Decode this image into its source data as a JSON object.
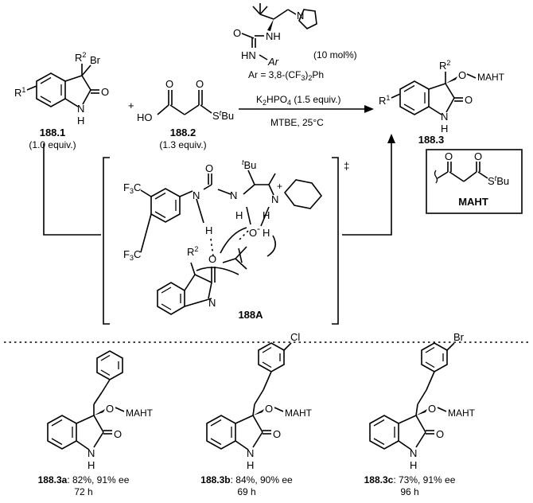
{
  "reaction": {
    "sm1_label": "188.1",
    "sm1_equiv": "(1.0 equiv.)",
    "sm2_label": "188.2",
    "sm2_equiv": "(1.3 equiv.)",
    "product_label": "188.3",
    "plus": "+",
    "catalyst_loading": "(10 mol%)",
    "ar_def_1": "Ar = 3,8",
    "ar_def_2": "-(CF",
    "ar_def_3": "3",
    "ar_def_4": ")",
    "ar_def_5": "2",
    "ar_def_6": "Ph",
    "base_1": "K",
    "base_2": "2",
    "base_3": "HPO",
    "base_4": "4",
    "base_5": " (1.5 equiv.)",
    "conditions": "MTBE, 25°C",
    "mal_label": "MAHT"
  },
  "atoms": {
    "R1": "R",
    "R1_sup": "1",
    "R2": "R",
    "R2_sup": "2",
    "Br": "Br",
    "O": "O",
    "N": "N",
    "H": "H",
    "HO": "HO",
    "S": "S",
    "t": "t",
    "Bu": "Bu",
    "HN": "HN",
    "Ar": "Ar",
    "NH": "NH",
    "O_MAHT": "O",
    "MAHT": "MAHT",
    "Cl": "Cl",
    "F3C_a": "F",
    "F3C_b": "3",
    "F3C_c": "C",
    "plus_charge": "+",
    "minus_charge": "-",
    "dagger": "‡"
  },
  "transition_state": {
    "label": "188A"
  },
  "examples": [
    {
      "id": "188.3a",
      "yield": ": 82%, 91% ee",
      "time": "72 h",
      "substituent": ""
    },
    {
      "id": "188.3b",
      "yield": ": 84%, 90% ee",
      "time": "69 h",
      "substituent": "Cl"
    },
    {
      "id": "188.3c",
      "yield": ": 73%, 91% ee",
      "time": "96 h",
      "substituent": "Br"
    }
  ]
}
